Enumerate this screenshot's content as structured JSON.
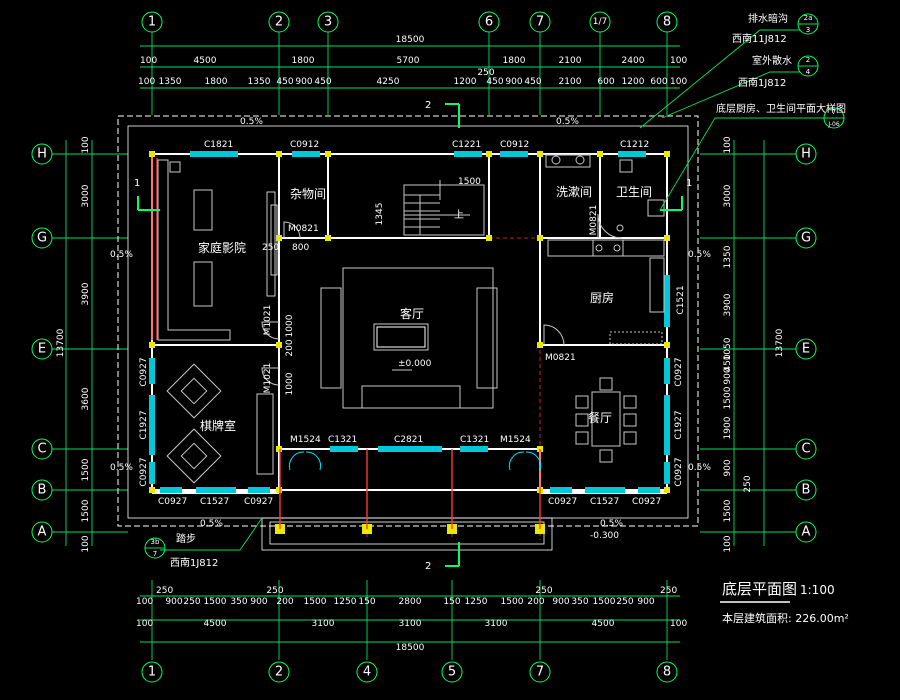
{
  "drawing": {
    "title": "底层平面图",
    "scale": "1:100",
    "area_label": "本层建筑面积: 226.00m²",
    "elevation": "±0.000",
    "elevation_outdoor": "-0.300"
  },
  "axes_top": [
    "1",
    "2",
    "3",
    "6",
    "7",
    "1/7",
    "8"
  ],
  "axes_bottom": [
    "1",
    "2",
    "4",
    "5",
    "7",
    "8"
  ],
  "axes_side": [
    "H",
    "G",
    "E",
    "C",
    "B",
    "A"
  ],
  "dims_top": {
    "total": "18500",
    "row2": [
      "100",
      "4500",
      "1800",
      "5700",
      "1800",
      "2100",
      "2400",
      "100"
    ],
    "row3": [
      "100",
      "1350",
      "1800",
      "1350",
      "450",
      "900",
      "450",
      "4250",
      "1200",
      "250",
      "450",
      "900",
      "450",
      "2100",
      "600",
      "1200",
      "600",
      "100"
    ]
  },
  "dims_bottom": {
    "row1": [
      "250",
      "900",
      "250",
      "1500",
      "350",
      "900",
      "250",
      "200",
      "1500",
      "1250",
      "150",
      "2800",
      "150",
      "1250",
      "1500",
      "200",
      "250",
      "900",
      "350",
      "1500",
      "250",
      "900",
      "350",
      "250"
    ],
    "row2": [
      "100",
      "4500",
      "3100",
      "3100",
      "3100",
      "4500",
      "100"
    ],
    "total": "18500"
  },
  "dims_left": {
    "total": "13700",
    "rows": [
      "100",
      "3000",
      "3900",
      "3600",
      "1500",
      "1500",
      "100"
    ]
  },
  "dims_right": {
    "total": "13700",
    "rows": [
      "100",
      "3000",
      "1350",
      "3900",
      "1050",
      "450",
      "900",
      "1500",
      "1900",
      "900",
      "1500",
      "250",
      "100"
    ]
  },
  "rooms": {
    "home_theater": "家庭影院",
    "storage": "杂物间",
    "living": "客厅",
    "wash": "洗漱间",
    "toilet": "卫生间",
    "kitchen": "厨房",
    "chess": "棋牌室",
    "dining": "餐厅"
  },
  "windows": {
    "c1821": "C1821",
    "c0912a": "C0912",
    "c1221": "C1221",
    "c0912b": "C0912",
    "c1212": "C1212",
    "c1521": "C1521",
    "c0927a": "C0927",
    "c1927a": "C1927",
    "c0927b": "C0927",
    "c1527a": "C1527",
    "c0927c": "C0927",
    "c0927d": "C0927",
    "c1927b": "C1927",
    "c0927e": "C0927",
    "c0927f": "C0927",
    "c1527b": "C1527",
    "c0927g": "C0927",
    "c1321a": "C1321",
    "c2821": "C2821",
    "c1321b": "C1321"
  },
  "doors": {
    "m0821a": "M0821",
    "m0821b": "M0821",
    "m0821c": "M0821",
    "m1021a": "M1021",
    "m1021b": "M1021",
    "m1524a": "M1524",
    "m1524b": "M1524"
  },
  "notes": {
    "drain": "排水暗沟",
    "drain_ref": "西南11J812",
    "drain_sym_top": "2a",
    "drain_sym_bot": "3",
    "apron": "室外散水",
    "apron_ref": "西南1J812",
    "apron_sym_top": "2",
    "apron_sym_bot": "4",
    "detail": "底层厨房、卫生间平面大样图",
    "detail_sym_top": "7",
    "detail_sym_bot": "J-06",
    "step": "踏步",
    "step_ref": "西南1J812",
    "step_sym_top": "3b",
    "step_sym_bot": "7",
    "slope": "0.5%",
    "section_mark": "2",
    "section_mark_side": "1",
    "stair_up": "上",
    "stair_w": "1500",
    "stair_len": "1345",
    "wall_800": "800",
    "wall_250": "250",
    "door_dims": [
      "1000",
      "200",
      "1000"
    ]
  },
  "colors": {
    "background": "#000000",
    "dimension_lines": "#00e060",
    "walls": "#ffffff",
    "windows": "#00c8d8",
    "axis_grid": "#ff2a2a"
  }
}
